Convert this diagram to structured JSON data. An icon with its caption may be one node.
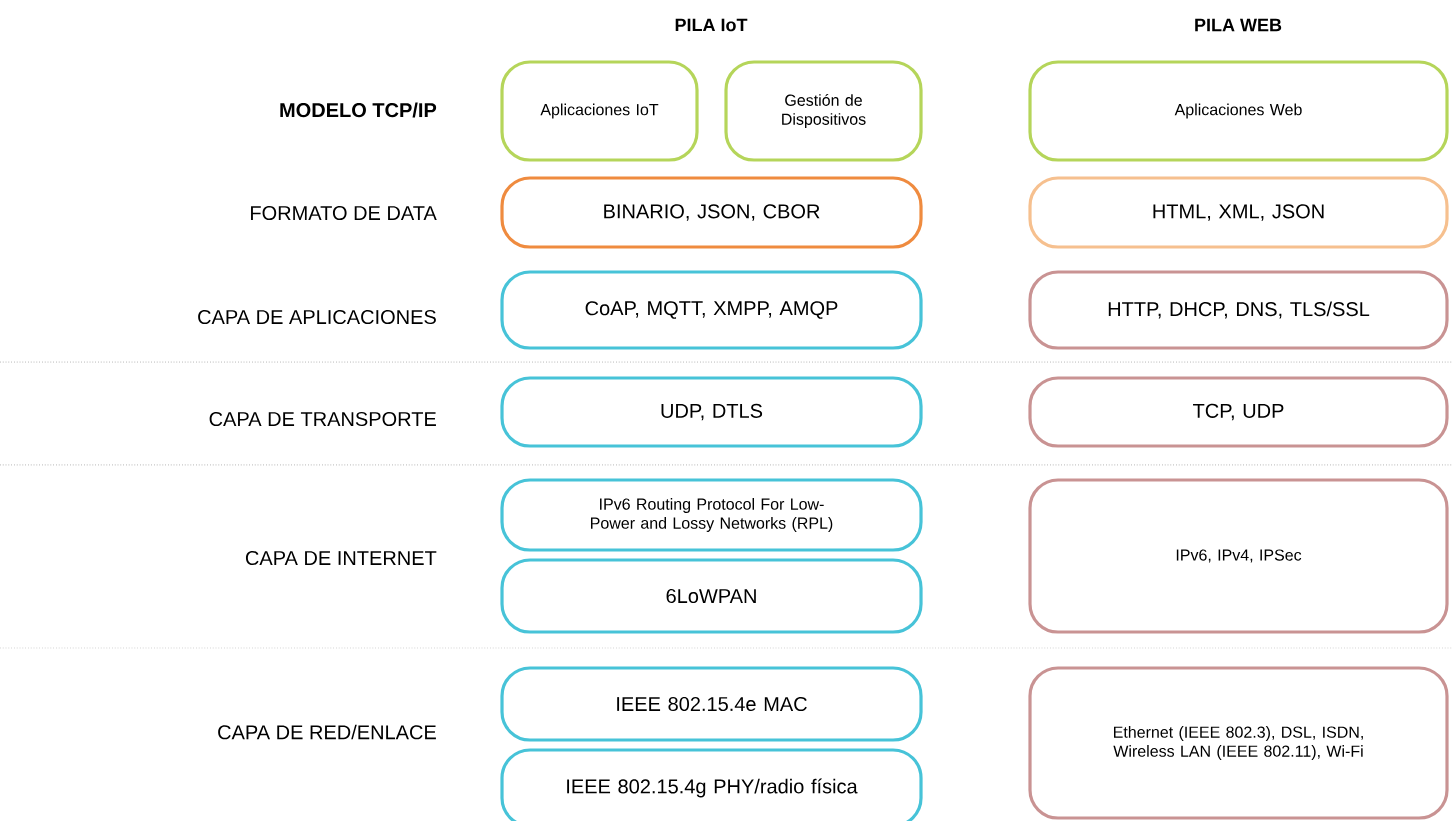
{
  "diagram": {
    "nodes": [
      {
        "text": [
          "Aplicaciones IoT"
        ]
      },
      {
        "text": [
          "Gestión de Dispositivos"
        ]
      },
      {
        "text": [
          "Aplicaciones Web"
        ]
      },
      {
        "text": [
          "BINARIO, JSON, CBOR"
        ]
      },
      {
        "text": [
          "HTML, XML, JSON"
        ]
      },
      {
        "text": [
          "CoAP, MQTT, XMPP, AMQP"
        ]
      },
      {
        "text": [
          "HTTP, DHCP, DNS, TLS/SSL"
        ]
      },
      {
        "text": [
          "UDP, DTLS"
        ]
      },
      {
        "text": [
          "TCP, UDP"
        ]
      },
      {
        "text": [
          "IPv6 Routing Protocol For Low-Power and Lossy Networks (RPL)"
        ]
      },
      {
        "text": [
          "6LoWPAN"
        ]
      },
      {
        "text": [
          "IPv6, IPv4, IPSec"
        ]
      },
      {
        "text": [
          "IEEE 802.15.4e MAC"
        ]
      },
      {
        "text": [
          "IEEE 802.15.4g PHY/radio física"
        ]
      },
      {
        "text": [
          "Ethernet (IEEE 802.3), DSL, ISDN, Wireless LAN (IEEE 802.11), Wi-Fi"
        ]
      }
    ],
    "labels": [
      "PILA IoT",
      "PILA WEB",
      "MODELO TCP/IP",
      "FORMATO DE DATA",
      "CAPA DE APLICACIONES",
      "CAPA DE TRANSPORTE",
      "CAPA DE INTERNET",
      "CAPA DE RED/ENLACE"
    ]
  }
}
